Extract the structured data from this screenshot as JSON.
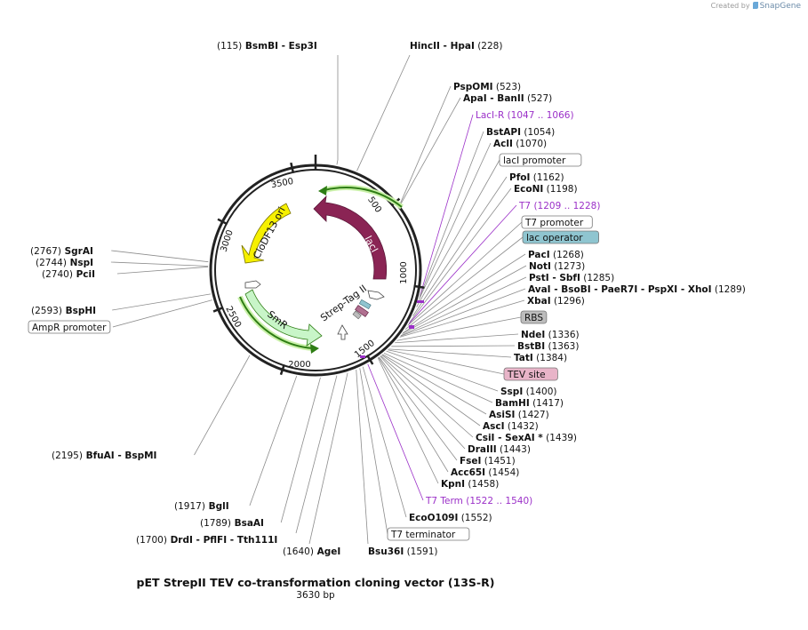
{
  "credit": {
    "created_by": "Created by",
    "brand": "SnapGene"
  },
  "title": "pET StrepII TEV co-transformation cloning vector (13S-R)",
  "length": "3630 bp",
  "ticks": [
    "500",
    "1000",
    "1500",
    "2000",
    "2500",
    "3000",
    "3500"
  ],
  "features": {
    "lacI": "lacI",
    "cloDF13_ori": "CloDF13 ori",
    "smR": "SmR",
    "strep_tag": "Strep-Tag II"
  },
  "sites": {
    "bsmbi": {
      "pos": "(115)",
      "n1": "BsmBI",
      "n2": "Esp3I"
    },
    "hincii": {
      "n1": "HincII",
      "n2": "HpaI",
      "pos": "(228)"
    },
    "pspomi": {
      "n1": "PspOMI",
      "pos": "(523)"
    },
    "apai": {
      "n1": "ApaI",
      "n2": "BanII",
      "pos": "(527)"
    },
    "laci_r": {
      "n1": "LacI-R",
      "pos": "(1047 .. 1066)"
    },
    "bstapi": {
      "n1": "BstAPI",
      "pos": "(1054)"
    },
    "acli": {
      "n1": "AclI",
      "pos": "(1070)"
    },
    "laci_promoter": {
      "n1": "lacI promoter"
    },
    "pfoi": {
      "n1": "PfoI",
      "pos": "(1162)"
    },
    "econi": {
      "n1": "EcoNI",
      "pos": "(1198)"
    },
    "t7": {
      "n1": "T7",
      "pos": "(1209 .. 1228)"
    },
    "t7_promoter": {
      "n1": "T7 promoter"
    },
    "lac_operator": {
      "n1": "lac operator"
    },
    "paci": {
      "n1": "PacI",
      "pos": "(1268)"
    },
    "noti": {
      "n1": "NotI",
      "pos": "(1273)"
    },
    "psti": {
      "n1": "PstI",
      "n2": "SbfI",
      "pos": "(1285)"
    },
    "avai": {
      "n1": "AvaI",
      "n2": "BsoBI",
      "n3": "PaeR7I",
      "n4": "PspXI",
      "n5": "XhoI",
      "pos": "(1289)"
    },
    "xbai": {
      "n1": "XbaI",
      "pos": "(1296)"
    },
    "rbs": {
      "n1": "RBS"
    },
    "ndei": {
      "n1": "NdeI",
      "pos": "(1336)"
    },
    "bstbi": {
      "n1": "BstBI",
      "pos": "(1363)"
    },
    "tati": {
      "n1": "TatI",
      "pos": "(1384)"
    },
    "tev_site": {
      "n1": "TEV site"
    },
    "sspi": {
      "n1": "SspI",
      "pos": "(1400)"
    },
    "bamhi": {
      "n1": "BamHI",
      "pos": "(1417)"
    },
    "asisi": {
      "n1": "AsiSI",
      "pos": "(1427)"
    },
    "asci": {
      "n1": "AscI",
      "pos": "(1432)"
    },
    "csii": {
      "n1": "CsiI",
      "n2": "SexAI *",
      "pos": "(1439)"
    },
    "draiii": {
      "n1": "DraIII",
      "pos": "(1443)"
    },
    "fsei": {
      "n1": "FseI",
      "pos": "(1451)"
    },
    "acc65i": {
      "n1": "Acc65I",
      "pos": "(1454)"
    },
    "kpni": {
      "n1": "KpnI",
      "pos": "(1458)"
    },
    "t7_term": {
      "n1": "T7 Term",
      "pos": "(1522 .. 1540)"
    },
    "ecoo109i": {
      "n1": "EcoO109I",
      "pos": "(1552)"
    },
    "t7_terminator": {
      "n1": "T7 terminator"
    },
    "bsu36i": {
      "n1": "Bsu36I",
      "pos": "(1591)"
    },
    "agei": {
      "pos": "(1640)",
      "n1": "AgeI"
    },
    "drdi": {
      "pos": "(1700)",
      "n1": "DrdI",
      "n2": "PflFI",
      "n3": "Tth111I"
    },
    "bsaai": {
      "pos": "(1789)",
      "n1": "BsaAI"
    },
    "bgli": {
      "pos": "(1917)",
      "n1": "BglI"
    },
    "bfuai": {
      "pos": "(2195)",
      "n1": "BfuAI",
      "n2": "BspMI"
    },
    "ampr_promoter": {
      "n1": "AmpR promoter"
    },
    "bsphi": {
      "pos": "(2593)",
      "n1": "BspHI"
    },
    "pcii": {
      "pos": "(2740)",
      "n1": "PciI"
    },
    "nspi": {
      "pos": "(2744)",
      "n1": "NspI"
    },
    "sgrai": {
      "pos": "(2767)",
      "n1": "SgrAI"
    }
  },
  "colors": {
    "backbone": "#222222",
    "lacI": "#8a2454",
    "cloDF13_ori": "#f6f000",
    "smR": "#c8f5c8",
    "arc_green": "#2e7d14",
    "arc_glow": "#c9f0a8",
    "primer": "#9b30c8",
    "lac_operator_fill": "#8fc5d0",
    "rbs_fill": "#bcbcbc",
    "tev_fill": "#e8b4c8"
  }
}
